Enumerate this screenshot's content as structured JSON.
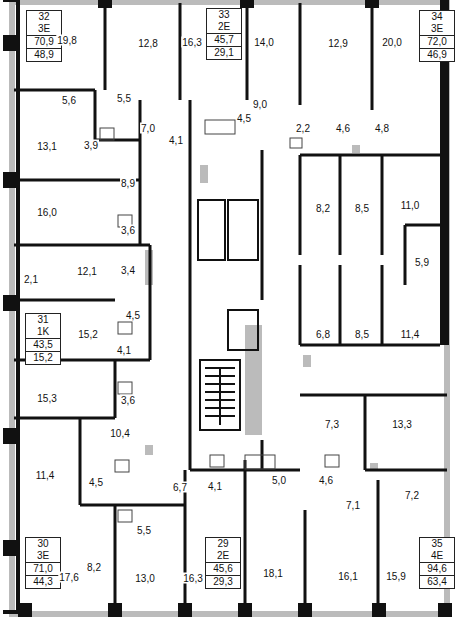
{
  "diagram": {
    "nodes": [
      {
        "text": [
          "32",
          "3E",
          "70,9",
          "48,9"
        ]
      },
      {
        "text": [
          "33",
          "2E",
          "45,7",
          "29,1"
        ]
      },
      {
        "text": [
          "34",
          "3E",
          "72,0",
          "46,9"
        ]
      },
      {
        "text": [
          "31",
          "1K",
          "43,5",
          "15,2"
        ]
      },
      {
        "text": [
          "30",
          "3E",
          "71,0",
          "44,3"
        ]
      },
      {
        "text": [
          "29",
          "2E",
          "45,6",
          "29,3"
        ]
      },
      {
        "text": [
          "35",
          "4E",
          "94,6",
          "63,4"
        ]
      }
    ],
    "labels": [
      "19,8",
      "12,8",
      "16,3",
      "14,0",
      "12,9",
      "20,0",
      "5,6",
      "5,5",
      "7,0",
      "3,9",
      "4,1",
      "4,5",
      "9,0",
      "2,2",
      "4,6",
      "4,8",
      "13,1",
      "8,9",
      "16,0",
      "3,6",
      "8,2",
      "8,5",
      "11,0",
      "5,9",
      "2,1",
      "12,1",
      "3,4",
      "4,5",
      "15,2",
      "4,1",
      "6,8",
      "8,5",
      "11,4",
      "15,3",
      "3,6",
      "10,4",
      "7,3",
      "13,3",
      "11,4",
      "4,5",
      "6,7",
      "4,1",
      "5,0",
      "4,6",
      "7,1",
      "7,2",
      "5,5",
      "8,2",
      "17,6",
      "13,0",
      "16,3",
      "18,1",
      "16,1",
      "15,9"
    ]
  }
}
